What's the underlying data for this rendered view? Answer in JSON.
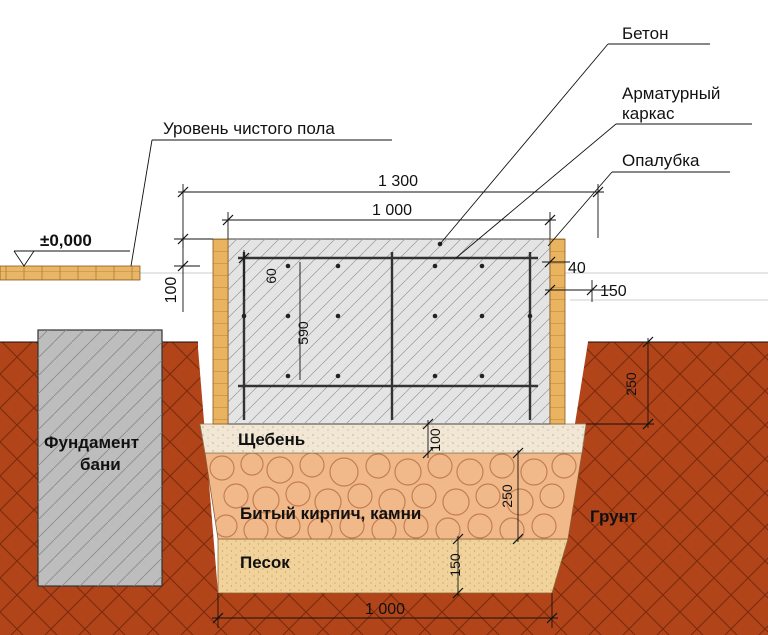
{
  "colors": {
    "soil": "#b2441a",
    "soil_hatch": "#7a2a0c",
    "concrete": "#e4e4e4",
    "bath_foundation": "#bdbdbd",
    "formwork": "#e9b35f",
    "gravel": "#f1e7d4",
    "brick_rubble": "#f1b98a",
    "sand": "#f0d29a",
    "floor": "#e8b667"
  },
  "labels": {
    "concrete": "Бетон",
    "rebar_cage_line1": "Арматурный",
    "rebar_cage_line2": "каркас",
    "formwork": "Опалубка",
    "floor_level": "Уровень чистого пола",
    "zero_mark": "±0,000",
    "bath_foundation_line1": "Фундамент",
    "bath_foundation_line2": "бани",
    "gravel": "Щебень",
    "rubble": "Битый кирпич, камни",
    "sand": "Песок",
    "soil": "Грунт"
  },
  "dimensions": {
    "outer_width": "1 300",
    "inner_width": "1 000",
    "bottom_width": "1 000",
    "cover_top": "60",
    "height_concrete": "590",
    "above_ground": "100",
    "formwork_gap": "40",
    "side_offset": "150",
    "depth_in_ground": "250",
    "gravel_thickness": "100",
    "rubble_thickness": "250",
    "sand_thickness": "150"
  }
}
